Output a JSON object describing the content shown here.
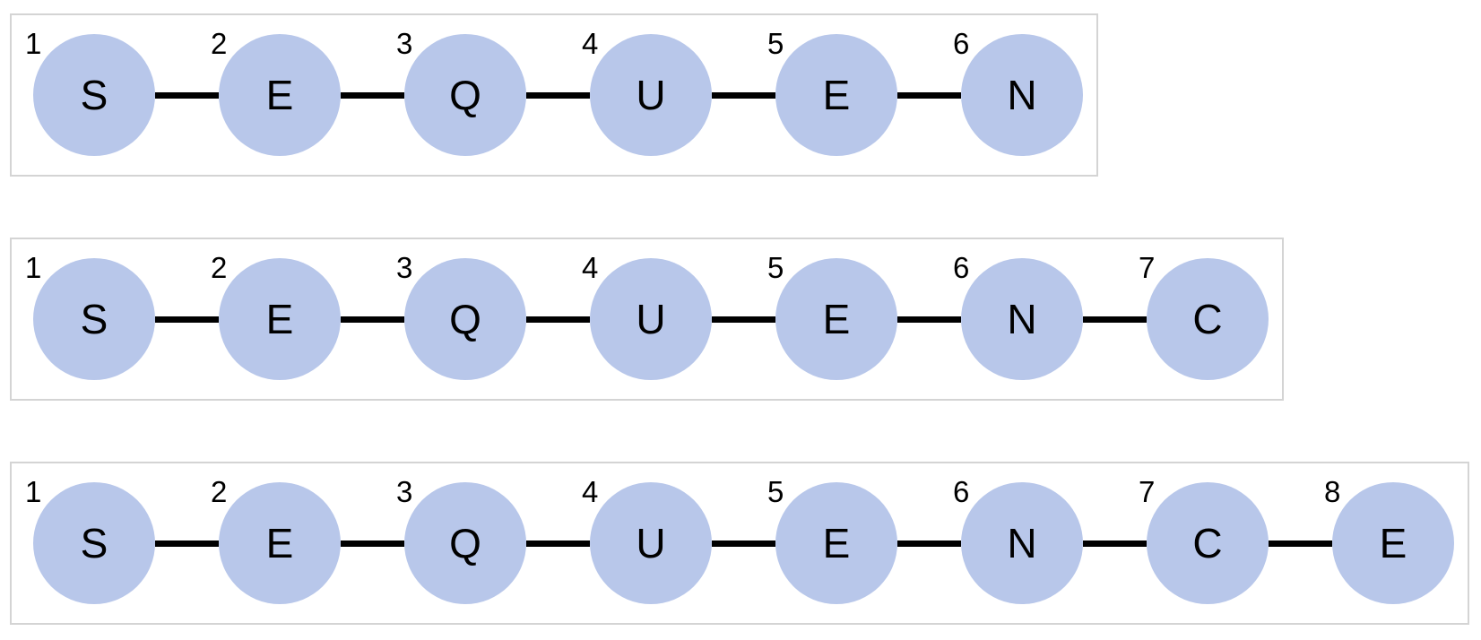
{
  "colors": {
    "node_fill": "#b8c7ea",
    "connector": "#000000",
    "box_border": "#d4d4d4",
    "background": "#ffffff",
    "text": "#000000"
  },
  "rows": [
    {
      "nodes": [
        {
          "index": "1",
          "letter": "S"
        },
        {
          "index": "2",
          "letter": "E"
        },
        {
          "index": "3",
          "letter": "Q"
        },
        {
          "index": "4",
          "letter": "U"
        },
        {
          "index": "5",
          "letter": "E"
        },
        {
          "index": "6",
          "letter": "N"
        }
      ]
    },
    {
      "nodes": [
        {
          "index": "1",
          "letter": "S"
        },
        {
          "index": "2",
          "letter": "E"
        },
        {
          "index": "3",
          "letter": "Q"
        },
        {
          "index": "4",
          "letter": "U"
        },
        {
          "index": "5",
          "letter": "E"
        },
        {
          "index": "6",
          "letter": "N"
        },
        {
          "index": "7",
          "letter": "C"
        }
      ]
    },
    {
      "nodes": [
        {
          "index": "1",
          "letter": "S"
        },
        {
          "index": "2",
          "letter": "E"
        },
        {
          "index": "3",
          "letter": "Q"
        },
        {
          "index": "4",
          "letter": "U"
        },
        {
          "index": "5",
          "letter": "E"
        },
        {
          "index": "6",
          "letter": "N"
        },
        {
          "index": "7",
          "letter": "C"
        },
        {
          "index": "8",
          "letter": "E"
        }
      ]
    }
  ]
}
